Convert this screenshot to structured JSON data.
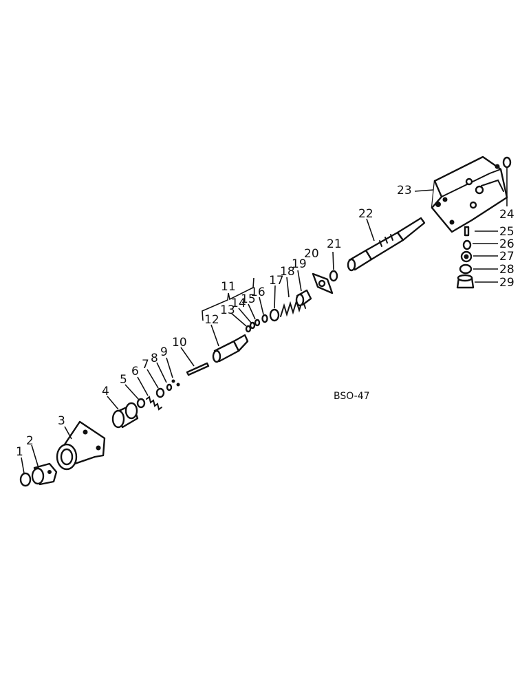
{
  "drawing_code": "BSO-47",
  "callouts": {
    "c1": "1",
    "c2": "2",
    "c3": "3",
    "c4": "4",
    "c5": "5",
    "c6": "6",
    "c7": "7",
    "c8": "8",
    "c9": "9",
    "c10": "10",
    "c11": "11",
    "c12": "12",
    "c13": "13",
    "c14": "14",
    "c15": "15",
    "c16": "16",
    "c17": "17",
    "c18": "18",
    "c19": "19",
    "c20": "20",
    "c21": "21",
    "c22": "22",
    "c23": "23",
    "c24": "24",
    "c25": "25",
    "c26": "26",
    "c27": "27",
    "c28": "28",
    "c29": "29"
  }
}
